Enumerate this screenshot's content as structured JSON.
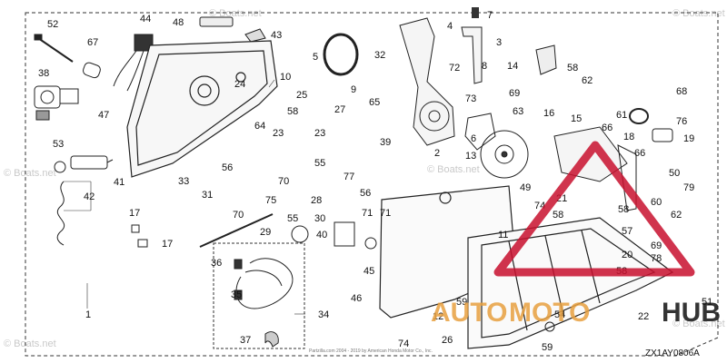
{
  "diagram": {
    "code": "ZX1AY0806A",
    "copyright": "Partzilla.com 2004 - 2019 by American Honda Motor Co., Inc.",
    "colors": {
      "line": "#222222",
      "brand_orange": "#e8a040",
      "brand_red": "#c8102e",
      "watermark": "#c9c9c9"
    }
  },
  "watermarks": [
    {
      "text": "© Boats.net"
    },
    {
      "text": "© Boats.net"
    },
    {
      "text": "© Boats.net"
    },
    {
      "text": "© Boats.net"
    },
    {
      "text": "© Boats.net"
    },
    {
      "text": "© Boats.net"
    }
  ],
  "brand": {
    "left": "AUTO",
    "middle": "MOTO",
    "right": "HUB",
    "triangle_icon": "warning-triangle-icon"
  },
  "callouts": [
    "52",
    "67",
    "44",
    "48",
    "43",
    "10",
    "38",
    "47",
    "53",
    "41",
    "42",
    "17",
    "17",
    "24",
    "58",
    "25",
    "27",
    "64",
    "23",
    "23",
    "56",
    "55",
    "77",
    "33",
    "31",
    "28",
    "70",
    "75",
    "55",
    "56",
    "70",
    "29",
    "71",
    "5",
    "32",
    "9",
    "65",
    "39",
    "4",
    "7",
    "3",
    "72",
    "8",
    "69",
    "73",
    "63",
    "2",
    "6",
    "13",
    "14",
    "58",
    "62",
    "68",
    "61",
    "76",
    "16",
    "15",
    "66",
    "18",
    "66",
    "19",
    "50",
    "79",
    "49",
    "21",
    "74",
    "58",
    "60",
    "58",
    "62",
    "20",
    "57",
    "69",
    "78",
    "58",
    "11",
    "30",
    "40",
    "71",
    "45",
    "46",
    "36",
    "35",
    "34",
    "37",
    "74",
    "12",
    "59",
    "26",
    "54",
    "59",
    "22",
    "51",
    "1"
  ]
}
